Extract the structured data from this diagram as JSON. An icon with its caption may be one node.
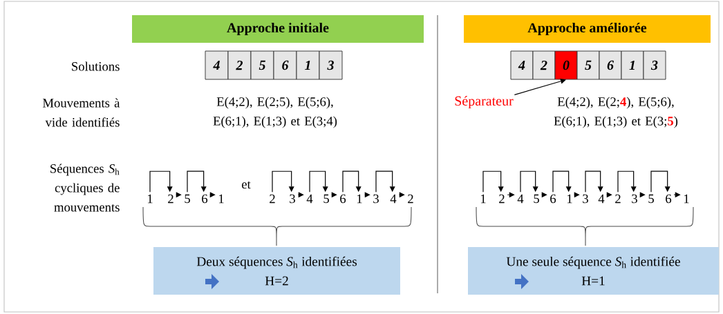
{
  "diagram": {
    "nodes": [
      {
        "text": [
          "Approche initiale"
        ]
      },
      {
        "text": [
          "Approche améliorée"
        ]
      },
      {
        "text": [
          "4"
        ]
      },
      {
        "text": [
          "2"
        ]
      },
      {
        "text": [
          "5"
        ]
      },
      {
        "text": [
          "6"
        ]
      },
      {
        "text": [
          "1"
        ]
      },
      {
        "text": [
          "3"
        ]
      },
      {
        "text": [
          "4"
        ]
      },
      {
        "text": [
          "2"
        ]
      },
      {
        "text": [
          "0"
        ]
      },
      {
        "text": [
          "5"
        ]
      },
      {
        "text": [
          "6"
        ]
      },
      {
        "text": [
          "1"
        ]
      },
      {
        "text": [
          "3"
        ]
      },
      {
        "text": [
          "Séparateur"
        ]
      },
      {
        "text": [
          "1"
        ]
      },
      {
        "text": [
          "2"
        ]
      },
      {
        "text": [
          "5"
        ]
      },
      {
        "text": [
          "6"
        ]
      },
      {
        "text": [
          "1"
        ]
      },
      {
        "text": [
          "2"
        ]
      },
      {
        "text": [
          "3"
        ]
      },
      {
        "text": [
          "4"
        ]
      },
      {
        "text": [
          "5"
        ]
      },
      {
        "text": [
          "6"
        ]
      },
      {
        "text": [
          "1"
        ]
      },
      {
        "text": [
          "3"
        ]
      },
      {
        "text": [
          "4"
        ]
      },
      {
        "text": [
          "2"
        ]
      },
      {
        "text": [
          "1"
        ]
      },
      {
        "text": [
          "2"
        ]
      },
      {
        "text": [
          "4"
        ]
      },
      {
        "text": [
          "5"
        ]
      },
      {
        "text": [
          "6"
        ]
      },
      {
        "text": [
          "1"
        ]
      },
      {
        "text": [
          "3"
        ]
      },
      {
        "text": [
          "4"
        ]
      },
      {
        "text": [
          "2"
        ]
      },
      {
        "text": [
          "3"
        ]
      },
      {
        "text": [
          "5"
        ]
      },
      {
        "text": [
          "6"
        ]
      },
      {
        "text": [
          "1"
        ]
      },
      {
        "text": [
          "Deux séquences *S*$_{h}$ identifiées",
          "H=2"
        ]
      },
      {
        "text": [
          "Une seule séquence *S*$_{h}$ identifiée",
          "H=1"
        ]
      }
    ],
    "edges": [
      {
        "from": 15,
        "to": 10,
        "arrow": "to"
      },
      {
        "from": 16,
        "to": 17,
        "arrow": "to"
      },
      {
        "from": 17,
        "to": 18,
        "arrow": "to",
        "style": "dashed"
      },
      {
        "from": 18,
        "to": 19,
        "arrow": "to"
      },
      {
        "from": 19,
        "to": 20,
        "arrow": "to",
        "style": "dashed"
      },
      {
        "from": 21,
        "to": 22,
        "arrow": "to"
      },
      {
        "from": 22,
        "to": 23,
        "arrow": "to",
        "style": "dashed"
      },
      {
        "from": 23,
        "to": 24,
        "arrow": "to"
      },
      {
        "from": 24,
        "to": 25,
        "arrow": "to",
        "style": "dashed"
      },
      {
        "from": 25,
        "to": 26,
        "arrow": "to"
      },
      {
        "from": 26,
        "to": 27,
        "arrow": "to",
        "style": "dashed"
      },
      {
        "from": 27,
        "to": 28,
        "arrow": "to"
      },
      {
        "from": 28,
        "to": 29,
        "arrow": "to",
        "style": "dashed"
      },
      {
        "from": 30,
        "to": 31,
        "arrow": "to"
      },
      {
        "from": 31,
        "to": 32,
        "arrow": "to",
        "style": "dashed"
      },
      {
        "from": 32,
        "to": 33,
        "arrow": "to"
      },
      {
        "from": 33,
        "to": 34,
        "arrow": "to",
        "style": "dashed"
      },
      {
        "from": 34,
        "to": 35,
        "arrow": "to"
      },
      {
        "from": 35,
        "to": 36,
        "arrow": "to",
        "style": "dashed"
      },
      {
        "from": 36,
        "to": 37,
        "arrow": "to"
      },
      {
        "from": 37,
        "to": 38,
        "arrow": "to",
        "style": "dashed"
      },
      {
        "from": 38,
        "to": 39,
        "arrow": "to"
      },
      {
        "from": 39,
        "to": 40,
        "arrow": "to",
        "style": "dashed"
      },
      {
        "from": 40,
        "to": 41,
        "arrow": "to"
      },
      {
        "from": 41,
        "to": 42,
        "arrow": "to",
        "style": "dashed"
      }
    ],
    "labels": [
      "Solutions",
      "Mouvements à vide identifiés",
      "E(4;2), E(2;5), E(5;6), E(6;1), E(1;3) et E(3;4)",
      "E(4;2), E(2;**4**), E(5;6), E(6;1), E(1;3) et E(3;**5**)",
      "Séquences *S*$_{h}$ cycliques de mouvements",
      "et"
    ]
  }
}
